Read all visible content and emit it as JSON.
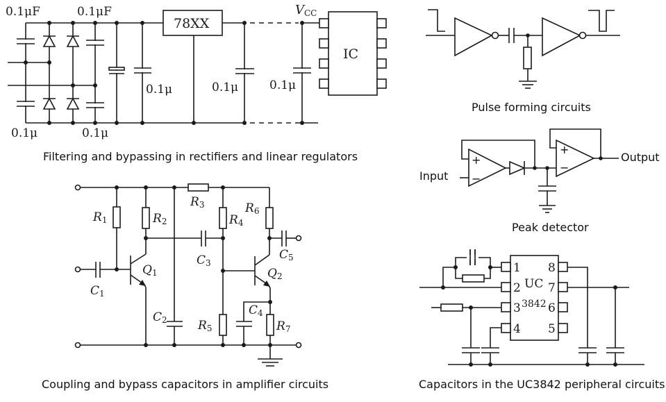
{
  "figure": {
    "panels": [
      {
        "id": "rectifier",
        "caption": "Filtering and bypassing in rectifiers and linear regulators",
        "labels": {
          "cap_top_left": "0.1μF",
          "cap_top_right": "0.1μF",
          "cap_bottom_left": "0.1μ",
          "cap_bottom_right": "0.1μ",
          "cap_filter": "0.1μ",
          "cap_regulator_out": "0.1μ",
          "cap_ic_bypass": "0.1μ",
          "regulator": "78XX",
          "vcc_main": "V",
          "vcc_sub": "CC",
          "ic": "IC"
        }
      },
      {
        "id": "pulse",
        "caption": "Pulse forming circuits"
      },
      {
        "id": "peak",
        "caption": "Peak detector",
        "labels": {
          "input": "Input",
          "output": "Output",
          "plus": "+",
          "minus": "−"
        }
      },
      {
        "id": "amplifier",
        "caption": "Coupling and bypass capacitors in amplifier circuits",
        "labels": {
          "R1": [
            "R",
            "1"
          ],
          "R2": [
            "R",
            "2"
          ],
          "R3": [
            "R",
            "3"
          ],
          "R4": [
            "R",
            "4"
          ],
          "R5": [
            "R",
            "5"
          ],
          "R6": [
            "R",
            "6"
          ],
          "R7": [
            "R",
            "7"
          ],
          "C1": [
            "C",
            "1"
          ],
          "C2": [
            "C",
            "2"
          ],
          "C3": [
            "C",
            "3"
          ],
          "C4": [
            "C",
            "4"
          ],
          "C5": [
            "C",
            "5"
          ],
          "Q1": [
            "Q",
            "1"
          ],
          "Q2": [
            "Q",
            "2"
          ]
        }
      },
      {
        "id": "uc3842",
        "caption": "Capacitors in the UC3842 peripheral circuits",
        "labels": {
          "chip_line1": "UC",
          "chip_line2": "3842",
          "pins_left": [
            "1",
            "2",
            "3",
            "4"
          ],
          "pins_right": [
            "8",
            "7",
            "6",
            "5"
          ]
        }
      }
    ]
  }
}
